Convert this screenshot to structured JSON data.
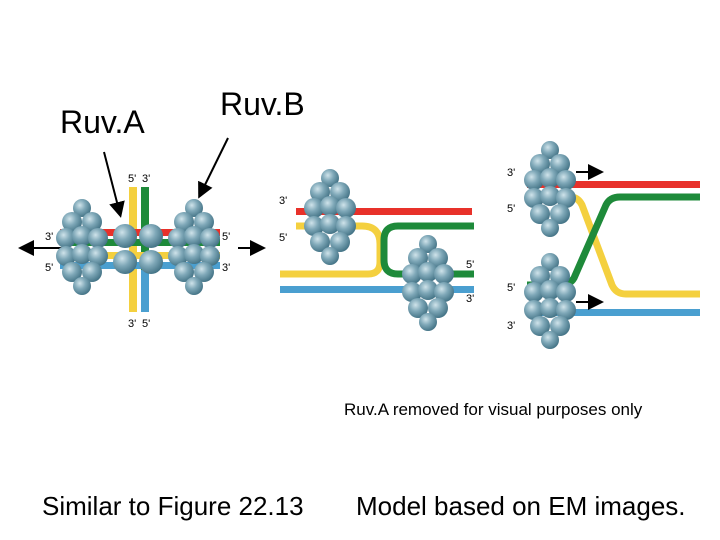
{
  "labels": {
    "ruva": "Ruv.A",
    "ruvb": "Ruv.B",
    "note": "Ruv.A removed for visual purposes only",
    "footer_left": "Similar to Figure 22.13",
    "footer_right": "Model based on EM images."
  },
  "strand_ends": {
    "p1_top": [
      "5'",
      "3'"
    ],
    "p1_left": [
      "3'",
      "5'"
    ],
    "p1_right": [
      "5'",
      "3'"
    ],
    "p1_bottom": [
      "3'",
      "5'"
    ],
    "p2_left": [
      "3'",
      "5'"
    ],
    "p2_right": [
      "5'",
      "3'"
    ],
    "p3_top": [
      "3'",
      "5'"
    ],
    "p3_bottom": [
      "5'",
      "3'"
    ]
  },
  "colors": {
    "red": "#e8312a",
    "green": "#1e8a3a",
    "yellow": "#f4d03f",
    "blue": "#4a9fd0",
    "protein": "#7fa8b8",
    "protein_shadow": "#4f7f93"
  }
}
